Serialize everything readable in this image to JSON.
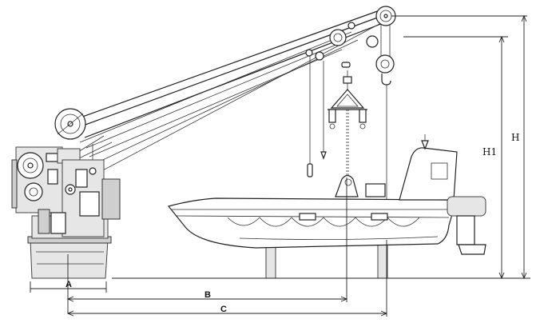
{
  "labels": {
    "a": "A",
    "b": "B",
    "c": "C",
    "h": "H",
    "h1": "H1"
  }
}
